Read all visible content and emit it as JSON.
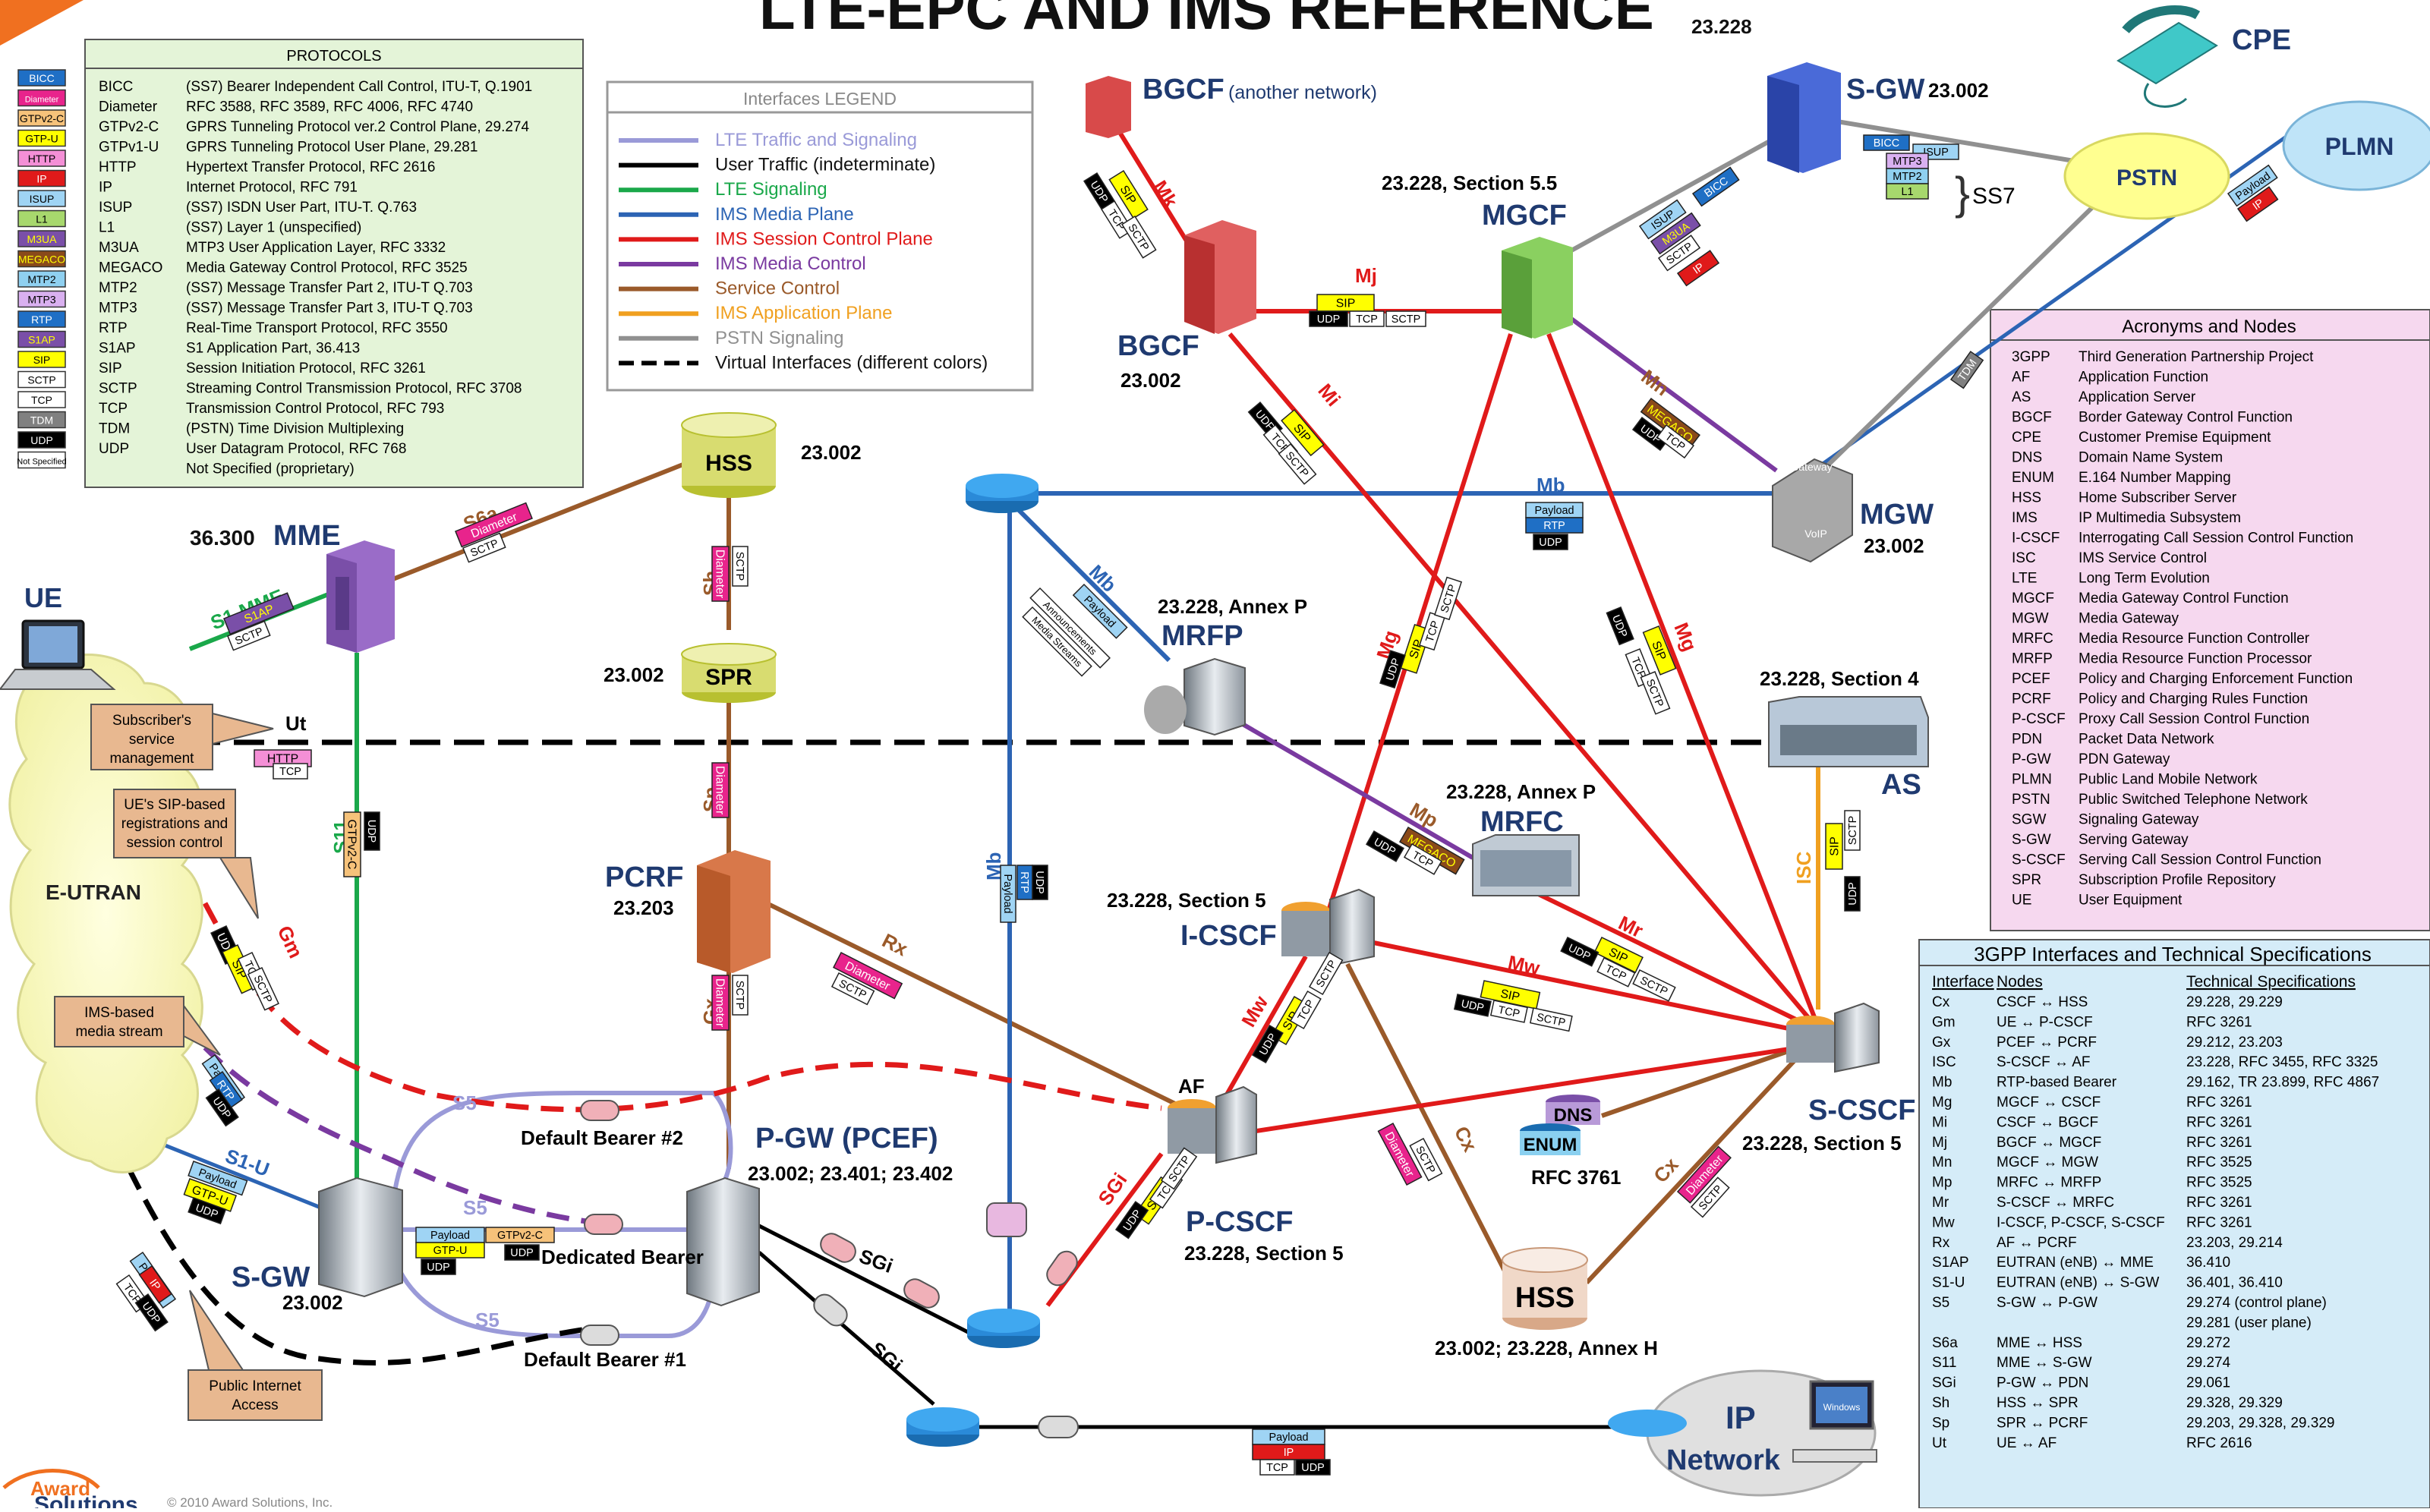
{
  "title": "LTE-EPC AND IMS REFERENCE",
  "title_spec": "23.228",
  "protocols": {
    "heading": "PROTOCOLS",
    "rows": [
      {
        "abbr": "BICC",
        "desc": "(SS7) Bearer Independent Call Control, ITU-T, Q.1901",
        "color": "#1f6fc5",
        "fg": "#ffffff"
      },
      {
        "abbr": "Diameter",
        "desc": "RFC 3588, RFC 3589, RFC 4006, RFC 4740",
        "color": "#e8248c",
        "fg": "#ffffff"
      },
      {
        "abbr": "GTPv2-C",
        "desc": "GPRS Tunneling Protocol ver.2 Control Plane, 29.274",
        "color": "#f6c27a",
        "fg": "#000000"
      },
      {
        "abbr": "GTPv1-U",
        "desc": "GPRS Tunneling Protocol User Plane, 29.281",
        "color": "#ffff00",
        "fg": "#000000",
        "swatch": "GTP-U"
      },
      {
        "abbr": "HTTP",
        "desc": "Hypertext Transfer Protocol, RFC 2616",
        "color": "#f48fd6",
        "fg": "#000000"
      },
      {
        "abbr": "IP",
        "desc": "Internet Protocol, RFC 791",
        "color": "#e01a1a",
        "fg": "#ffffff"
      },
      {
        "abbr": "ISUP",
        "desc": "(SS7) ISDN User Part, ITU-T. Q.763",
        "color": "#9fd4f4",
        "fg": "#000000"
      },
      {
        "abbr": "L1",
        "desc": "(SS7) Layer 1 (unspecified)",
        "color": "#a7d86d",
        "fg": "#000000"
      },
      {
        "abbr": "M3UA",
        "desc": "MTP3 User Application Layer, RFC 3332",
        "color": "#7a4fa8",
        "fg": "#ffff00"
      },
      {
        "abbr": "MEGACO",
        "desc": "Media Gateway Control Protocol, RFC 3525",
        "color": "#8a4a1a",
        "fg": "#ffff00"
      },
      {
        "abbr": "MTP2",
        "desc": "(SS7) Message Transfer Part 2, ITU-T Q.703",
        "color": "#8fd0f0",
        "fg": "#000000"
      },
      {
        "abbr": "MTP3",
        "desc": "(SS7) Message Transfer Part 3, ITU-T Q.703",
        "color": "#d9b0f0",
        "fg": "#000000"
      },
      {
        "abbr": "RTP",
        "desc": "Real-Time Transport Protocol, RFC 3550",
        "color": "#1f6fc5",
        "fg": "#ffffff"
      },
      {
        "abbr": "S1AP",
        "desc": "S1 Application Part, 36.413",
        "color": "#7a4fa8",
        "fg": "#ffff00"
      },
      {
        "abbr": "SIP",
        "desc": "Session Initiation Protocol, RFC 3261",
        "color": "#ffff00",
        "fg": "#000000"
      },
      {
        "abbr": "SCTP",
        "desc": "Streaming Control Transmission Protocol, RFC 3708",
        "color": "#ffffff",
        "fg": "#000000"
      },
      {
        "abbr": "TCP",
        "desc": "Transmission Control Protocol, RFC 793",
        "color": "#ffffff",
        "fg": "#000000"
      },
      {
        "abbr": "TDM",
        "desc": "(PSTN) Time Division Multiplexing",
        "color": "#808080",
        "fg": "#ffffff"
      },
      {
        "abbr": "UDP",
        "desc": "User Datagram Protocol, RFC 768",
        "color": "#000000",
        "fg": "#ffffff"
      },
      {
        "abbr": "",
        "desc": "Not Specified (proprietary)",
        "color": "#ffffff",
        "fg": "#000000",
        "swatch": "Not Specified"
      }
    ]
  },
  "legend": {
    "heading": "Interfaces LEGEND",
    "items": [
      {
        "label": "LTE Traffic and Signaling",
        "color": "#9a9ad8",
        "dash": false
      },
      {
        "label": "User Traffic (indeterminate)",
        "color": "#000000",
        "dash": false
      },
      {
        "label": "LTE Signaling",
        "color": "#1aa84a",
        "dash": false
      },
      {
        "label": "IMS Media Plane",
        "color": "#2c64b4",
        "dash": false
      },
      {
        "label": "IMS Session Control Plane",
        "color": "#e01a1a",
        "dash": false
      },
      {
        "label": "IMS Media Control",
        "color": "#7a3aa0",
        "dash": false
      },
      {
        "label": "Service Control",
        "color": "#9a5a2a",
        "dash": false
      },
      {
        "label": "IMS Application Plane",
        "color": "#f0a020",
        "dash": false
      },
      {
        "label": "PSTN Signaling",
        "color": "#909090",
        "dash": false
      },
      {
        "label": "Virtual Interfaces (different colors)",
        "color": "#000000",
        "dash": true
      }
    ]
  },
  "nodes": {
    "ue": "UE",
    "mme": "MME",
    "mme_spec": "36.300",
    "hss_top": "HSS",
    "hss_top_spec": "23.002",
    "spr": "SPR",
    "spr_spec": "23.002",
    "pcrf": "PCRF",
    "pcrf_spec": "23.203",
    "sgw": "S-GW",
    "sgw_spec": "23.002",
    "pgw": "P-GW (PCEF)",
    "pgw_spec": "23.002; 23.401; 23.402",
    "eutran": "E-UTRAN",
    "bgcf_other": "BGCF",
    "bgcf_other_note": "(another network)",
    "bgcf": "BGCF",
    "bgcf_spec": "23.002",
    "mgcf": "MGCF",
    "mgcf_spec": "23.228, Section 5.5",
    "sgw_top": "S-GW",
    "sgw_top_spec": "23.002",
    "cpe": "CPE",
    "pstn": "PSTN",
    "plmn": "PLMN",
    "mgw": "MGW",
    "mgw_spec": "23.002",
    "mrfp": "MRFP",
    "mrfp_spec": "23.228, Annex P",
    "mrfc": "MRFC",
    "mrfc_spec": "23.228, Annex P",
    "as": "AS",
    "as_spec": "23.228, Section 4",
    "icscf": "I-CSCF",
    "icscf_spec": "23.228, Section 5",
    "scscf": "S-CSCF",
    "scscf_spec": "23.228, Section 5",
    "pcscf": "P-CSCF",
    "pcscf_spec": "23.228, Section 5",
    "af": "AF",
    "dns": "DNS",
    "enum": "ENUM",
    "dns_spec": "RFC 3761",
    "hss_bottom": "HSS",
    "hss_bottom_spec": "23.002; 23.228, Annex H",
    "ip_network": "IP",
    "ip_network2": "Network",
    "default_bearer2": "Default Bearer #2",
    "dedicated_bearer": "Dedicated Bearer",
    "default_bearer1": "Default Bearer #1",
    "ss7": "SS7"
  },
  "callouts": {
    "subscriber": "Subscriber's service management",
    "sip_reg": "UE's SIP-based registrations and session control",
    "ims_media": "IMS-based media stream",
    "public_internet": "Public Internet Access"
  },
  "interfaces": {
    "s1mme": "S1-MME",
    "s6a": "S6a",
    "sh": "Sh",
    "sp": "Sp",
    "gx": "Gx",
    "rx": "Rx",
    "s11": "S11",
    "ut": "Ut",
    "gm": "Gm",
    "s1u": "S1-U",
    "s5a": "S5",
    "s5b": "S5",
    "s5c": "S5",
    "sgi1": "SGi",
    "sgi2": "SGi",
    "sgi3": "SGi",
    "mk": "Mk",
    "mj": "Mj",
    "mi": "Mi",
    "mn": "Mn",
    "mb1": "Mb",
    "mb2": "Mb",
    "mb3": "Mb",
    "mg1": "Mg",
    "mg2": "Mg",
    "mp": "Mp",
    "mr": "Mr",
    "mw1": "Mw",
    "mw2": "Mw",
    "isc": "ISC",
    "cx1": "Cx",
    "cx2": "Cx",
    "tdm": "TDM"
  },
  "stack_labels": {
    "diameter": "Diameter",
    "sctp": "SCTP",
    "s1ap": "S1AP",
    "http": "HTTP",
    "tcp": "TCP",
    "udp": "UDP",
    "gtpv2c": "GTPv2-C",
    "gtpu": "GTP-U",
    "sip": "SIP",
    "payload": "Payload",
    "rtp": "RTP",
    "ip": "IP",
    "megaco": "MEGACO",
    "bicc": "BICC",
    "isup": "ISUP",
    "m3ua": "M3UA",
    "mtp3": "MTP3",
    "mtp2": "MTP2",
    "l1": "L1",
    "announcements": "Announcements",
    "media_streams": "Media Streams",
    "not_spec": "Not Specified",
    "gateway": "Gateway",
    "voip": "VoIP",
    "media": "Media",
    "windows": "Windows"
  },
  "acronyms": {
    "heading": "Acronyms and Nodes",
    "rows": [
      [
        "3GPP",
        "Third Generation Partnership Project"
      ],
      [
        "AF",
        "Application Function"
      ],
      [
        "AS",
        "Application Server"
      ],
      [
        "BGCF",
        "Border Gateway Control Function"
      ],
      [
        "CPE",
        "Customer Premise Equipment"
      ],
      [
        "DNS",
        "Domain Name System"
      ],
      [
        "ENUM",
        "E.164 Number Mapping"
      ],
      [
        "HSS",
        "Home Subscriber Server"
      ],
      [
        "IMS",
        "IP Multimedia Subsystem"
      ],
      [
        "I-CSCF",
        "Interrogating Call Session Control Function"
      ],
      [
        "ISC",
        "IMS Service Control"
      ],
      [
        "LTE",
        "Long Term Evolution"
      ],
      [
        "MGCF",
        "Media Gateway Control Function"
      ],
      [
        "MGW",
        "Media Gateway"
      ],
      [
        "MRFC",
        "Media Resource Function Controller"
      ],
      [
        "MRFP",
        "Media Resource Function Processor"
      ],
      [
        "PCEF",
        "Policy and Charging Enforcement Function"
      ],
      [
        "PCRF",
        "Policy and Charging Rules Function"
      ],
      [
        "P-CSCF",
        "Proxy Call Session Control Function"
      ],
      [
        "PDN",
        "Packet Data Network"
      ],
      [
        "P-GW",
        "PDN Gateway"
      ],
      [
        "PLMN",
        "Public Land Mobile Network"
      ],
      [
        "PSTN",
        "Public Switched Telephone Network"
      ],
      [
        "SGW",
        "Signaling Gateway"
      ],
      [
        "S-GW",
        "Serving Gateway"
      ],
      [
        "S-CSCF",
        "Serving Call Session Control Function"
      ],
      [
        "SPR",
        "Subscription Profile Repository"
      ],
      [
        "UE",
        "User Equipment"
      ]
    ]
  },
  "specs": {
    "heading": "3GPP Interfaces and Technical Specifications",
    "col_interface": "Interface",
    "col_nodes": "Nodes",
    "col_spec": "Technical Specifications",
    "rows": [
      [
        "Cx",
        "CSCF ↔ HSS",
        "29.228, 29.229"
      ],
      [
        "Gm",
        "UE ↔ P-CSCF",
        "RFC 3261"
      ],
      [
        "Gx",
        "PCEF ↔ PCRF",
        "29.212, 23.203"
      ],
      [
        "ISC",
        "S-CSCF ↔ AF",
        "23.228, RFC 3455, RFC 3325"
      ],
      [
        "Mb",
        "RTP-based Bearer",
        "29.162, TR 23.899, RFC 4867"
      ],
      [
        "Mg",
        "MGCF ↔ CSCF",
        "RFC 3261"
      ],
      [
        "Mi",
        "CSCF ↔ BGCF",
        "RFC 3261"
      ],
      [
        "Mj",
        "BGCF ↔ MGCF",
        "RFC 3261"
      ],
      [
        "Mn",
        "MGCF ↔ MGW",
        "RFC 3525"
      ],
      [
        "Mp",
        "MRFC ↔ MRFP",
        "RFC 3525"
      ],
      [
        "Mr",
        "S-CSCF ↔ MRFC",
        "RFC 3261"
      ],
      [
        "Mw",
        "I-CSCF, P-CSCF, S-CSCF",
        "RFC 3261"
      ],
      [
        "Rx",
        "AF ↔ PCRF",
        "23.203, 29.214"
      ],
      [
        "S1AP",
        "EUTRAN (eNB) ↔ MME",
        "36.410"
      ],
      [
        "S1-U",
        "EUTRAN (eNB) ↔ S-GW",
        "36.401, 36.410"
      ],
      [
        "S5",
        "S-GW ↔ P-GW",
        "29.274 (control plane)"
      ],
      [
        "",
        "",
        "29.281 (user plane)"
      ],
      [
        "S6a",
        "MME ↔ HSS",
        "29.272"
      ],
      [
        "S11",
        "MME ↔ S-GW",
        "29.274"
      ],
      [
        "SGi",
        "P-GW ↔ PDN",
        "29.061"
      ],
      [
        "Sh",
        "HSS ↔ SPR",
        "29.328, 29.329"
      ],
      [
        "Sp",
        "SPR ↔ PCRF",
        "29.203, 29.328, 29.329"
      ],
      [
        "Ut",
        "UE ↔ AF",
        "RFC 2616"
      ]
    ]
  },
  "footer": {
    "logo1": "Award",
    "logo2": "Solutions",
    "copyright": "© 2010 Award Solutions, Inc."
  }
}
